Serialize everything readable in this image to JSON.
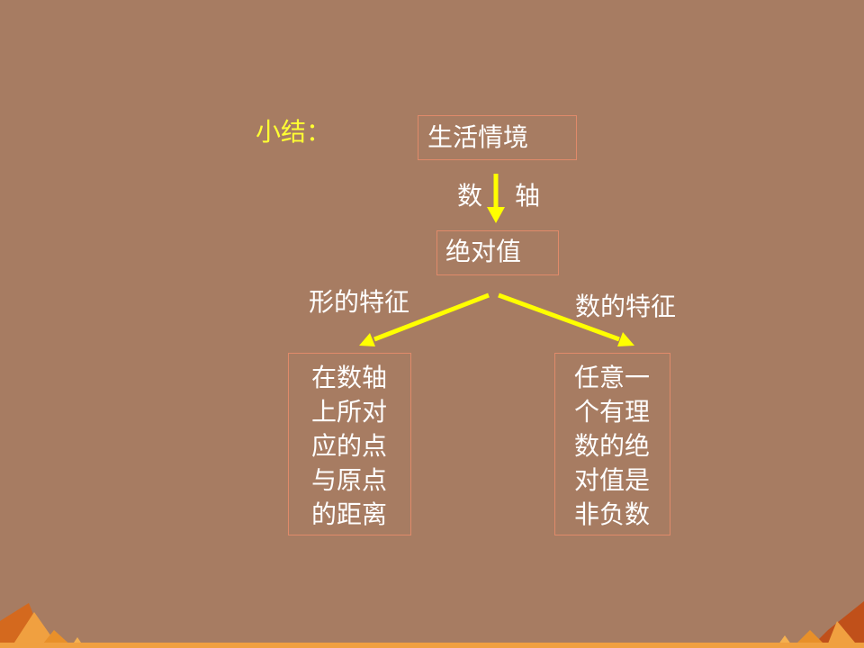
{
  "summary_label": "小结：",
  "nodes": {
    "top": "生活情境",
    "middle": "绝对值",
    "left_lines": [
      "在数轴",
      "上所对",
      "应的点",
      "与原点",
      "的距离"
    ],
    "right_lines": [
      "任意一",
      "个有理",
      "数的绝",
      "对值是",
      "非负数"
    ]
  },
  "edge_labels": {
    "down_left": "数",
    "down_right": "轴",
    "left_branch": "形的特征",
    "right_branch": "数的特征"
  },
  "colors": {
    "background": "#a77c62",
    "arrow": "#ffff00",
    "summary_text": "#ffff33",
    "box_border": "#e08a6a",
    "decoration": "#e8902a"
  }
}
